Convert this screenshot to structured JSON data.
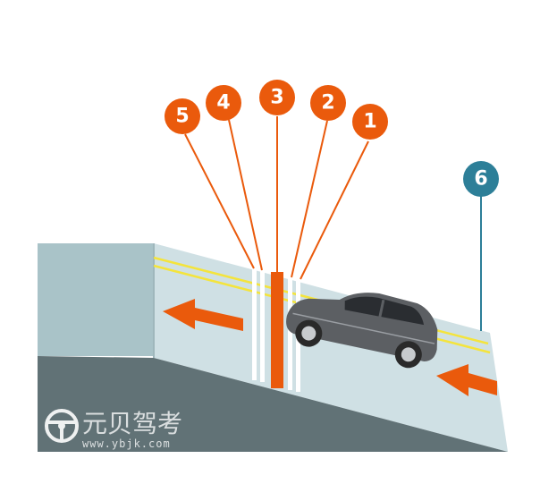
{
  "colors": {
    "wall_light": "#a9c3c8",
    "wall_dark": "#617276",
    "ramp_surface": "#cfe0e4",
    "ramp_edge": "#b8cdd2",
    "road_yellow": "#f4e43c",
    "accent_orange": "#ea5a0c",
    "callout_blue": "#2d7f98",
    "marking_white": "#ffffff"
  },
  "callouts": [
    {
      "label": "1",
      "color": "#ea5a0c"
    },
    {
      "label": "2",
      "color": "#ea5a0c"
    },
    {
      "label": "3",
      "color": "#ea5a0c"
    },
    {
      "label": "4",
      "color": "#ea5a0c"
    },
    {
      "label": "5",
      "color": "#ea5a0c"
    },
    {
      "label": "6",
      "color": "#2d7f98"
    }
  ],
  "icons": {
    "direction_arrows": "arrow-left-icon",
    "vehicle": "suv-car-icon",
    "logo": "steering-wheel-icon"
  },
  "watermark": {
    "brand": "元贝驾考",
    "url": "www.ybjk.com"
  }
}
